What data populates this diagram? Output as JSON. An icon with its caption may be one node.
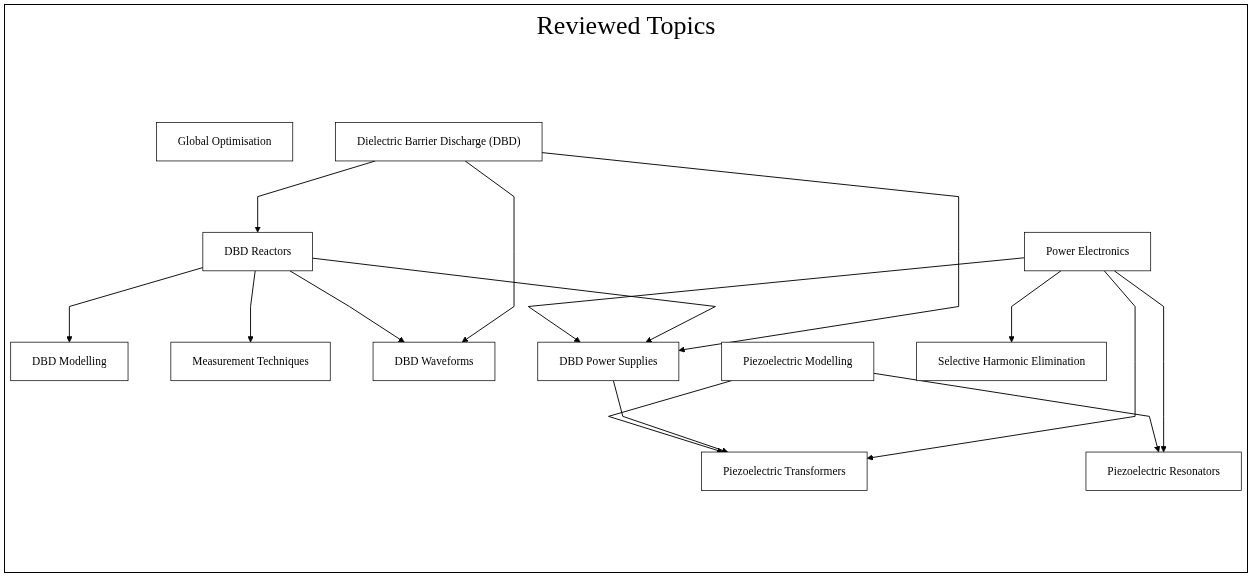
{
  "diagram": {
    "title": "Reviewed Topics",
    "nodes": [
      {
        "text": [
          "Dielectric Barrier Discharge (DBD)"
        ]
      },
      {
        "text": [
          "DBD Reactors"
        ]
      },
      {
        "text": [
          "Power Electronics"
        ]
      },
      {
        "text": [
          "Global Optimisation"
        ]
      },
      {
        "text": [
          "DBD Modelling"
        ]
      },
      {
        "text": [
          "Measurement Techniques"
        ]
      },
      {
        "text": [
          "DBD Waveforms"
        ]
      },
      {
        "text": [
          "DBD Power Supplies"
        ]
      },
      {
        "text": [
          "Piezoelectric Modelling"
        ]
      },
      {
        "text": [
          "Piezoelectric Transformers"
        ]
      },
      {
        "text": [
          "Piezoelectric Resonators"
        ]
      },
      {
        "text": [
          "Selective Harmonic Elimination"
        ]
      }
    ],
    "edges": [
      {
        "from": 0,
        "to": 1,
        "arrow": "to"
      },
      {
        "from": 0,
        "to": 6,
        "arrow": "to"
      },
      {
        "from": 0,
        "to": 7,
        "arrow": "to"
      },
      {
        "from": 1,
        "to": 4,
        "arrow": "to"
      },
      {
        "from": 1,
        "to": 5,
        "arrow": "to"
      },
      {
        "from": 1,
        "to": 6,
        "arrow": "to"
      },
      {
        "from": 1,
        "to": 7,
        "arrow": "to"
      },
      {
        "from": 2,
        "to": 7,
        "arrow": "to"
      },
      {
        "from": 2,
        "to": 9,
        "arrow": "to"
      },
      {
        "from": 2,
        "to": 10,
        "arrow": "to"
      },
      {
        "from": 2,
        "to": 11,
        "arrow": "to"
      },
      {
        "from": 7,
        "to": 9,
        "arrow": "to"
      },
      {
        "from": 8,
        "to": 9,
        "arrow": "to"
      },
      {
        "from": 8,
        "to": 10,
        "arrow": "to"
      }
    ]
  }
}
